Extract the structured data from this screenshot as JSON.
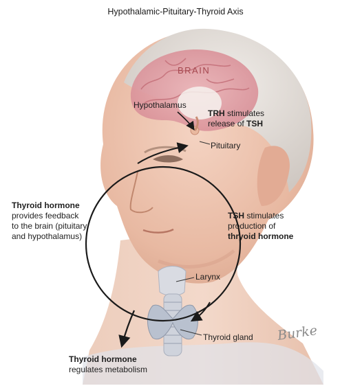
{
  "title": "Hypothalamic-Pituitary-Thyroid Axis",
  "labels": {
    "brain": "BRAIN",
    "hypothalamus": "Hypothalamus",
    "pituitary": "Pituitary",
    "larynx": "Larynx",
    "thyroid_gland": "Thyroid gland"
  },
  "trh": {
    "bold": "TRH",
    "line1": " stimulates",
    "line2_pre": "release of ",
    "line2_bold": "TSH"
  },
  "tsh": {
    "bold": "TSH",
    "line1": " stimulates",
    "line2": "production of",
    "line3": "thryoid hormone"
  },
  "feedback": {
    "bold": "Thyroid hormone",
    "line2": "provides feedback",
    "line3": "to the brain (pituitary",
    "line4": "and hypothalamus)"
  },
  "metabolism": {
    "line1": "Thyroid hormone",
    "line2": "regulates metabolism"
  },
  "signature": "Burke",
  "colors": {
    "skin": "#e9bfa9",
    "hair": "#ded9d4",
    "brain": "#d98f96",
    "thyroid": "#c3cad6",
    "circle": "#1a1a1a"
  }
}
